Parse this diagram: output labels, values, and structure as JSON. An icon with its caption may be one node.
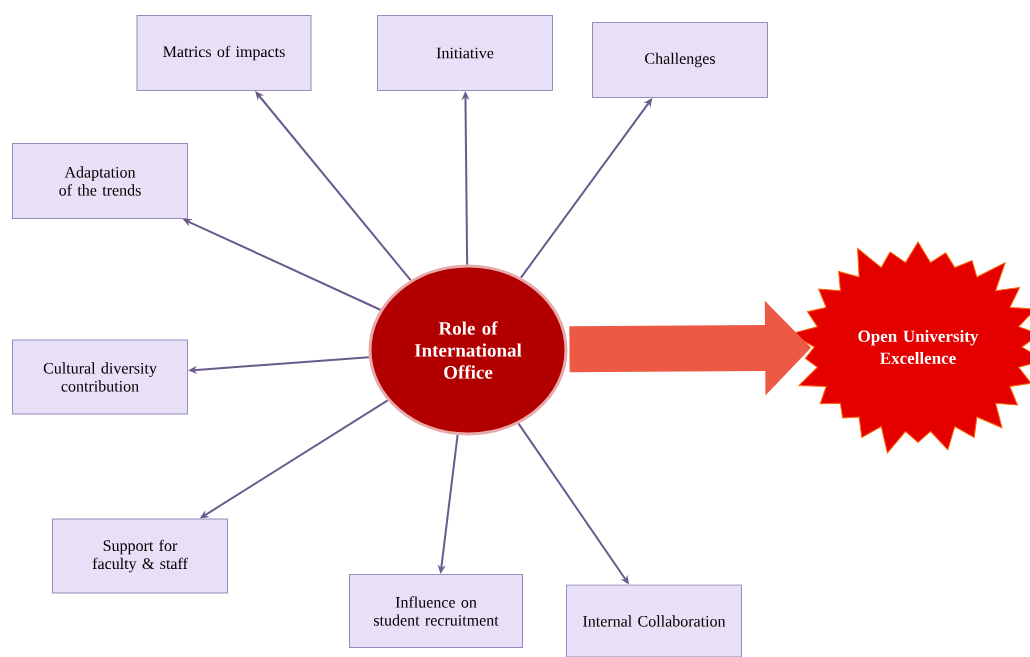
{
  "diagram": {
    "nodes": [
      {
        "text": [
          "Role of International Office"
        ]
      },
      {
        "text": [
          "Matrics of impacts"
        ]
      },
      {
        "text": [
          "Initiative"
        ]
      },
      {
        "text": [
          "Challenges"
        ]
      },
      {
        "text": [
          "Adaptation of the trends"
        ]
      },
      {
        "text": [
          "Cultural diversity contribution"
        ]
      },
      {
        "text": [
          "Support for faculty & staff"
        ]
      },
      {
        "text": [
          "Influence on student recruitment"
        ]
      },
      {
        "text": [
          "Internal Collaboration"
        ]
      },
      {
        "text": [
          "Open University Excellence"
        ]
      }
    ],
    "edges": [
      {
        "from": 0,
        "to": 1,
        "arrow": "to"
      },
      {
        "from": 0,
        "to": 2,
        "arrow": "to"
      },
      {
        "from": 0,
        "to": 3,
        "arrow": "to"
      },
      {
        "from": 0,
        "to": 4,
        "arrow": "to"
      },
      {
        "from": 0,
        "to": 5,
        "arrow": "to"
      },
      {
        "from": 0,
        "to": 6,
        "arrow": "to"
      },
      {
        "from": 0,
        "to": 7,
        "arrow": "to"
      },
      {
        "from": 0,
        "to": 8,
        "arrow": "to"
      },
      {
        "from": 0,
        "to": 9,
        "arrow": "to",
        "style": "thick",
        "color": "#ec5a45"
      }
    ]
  }
}
